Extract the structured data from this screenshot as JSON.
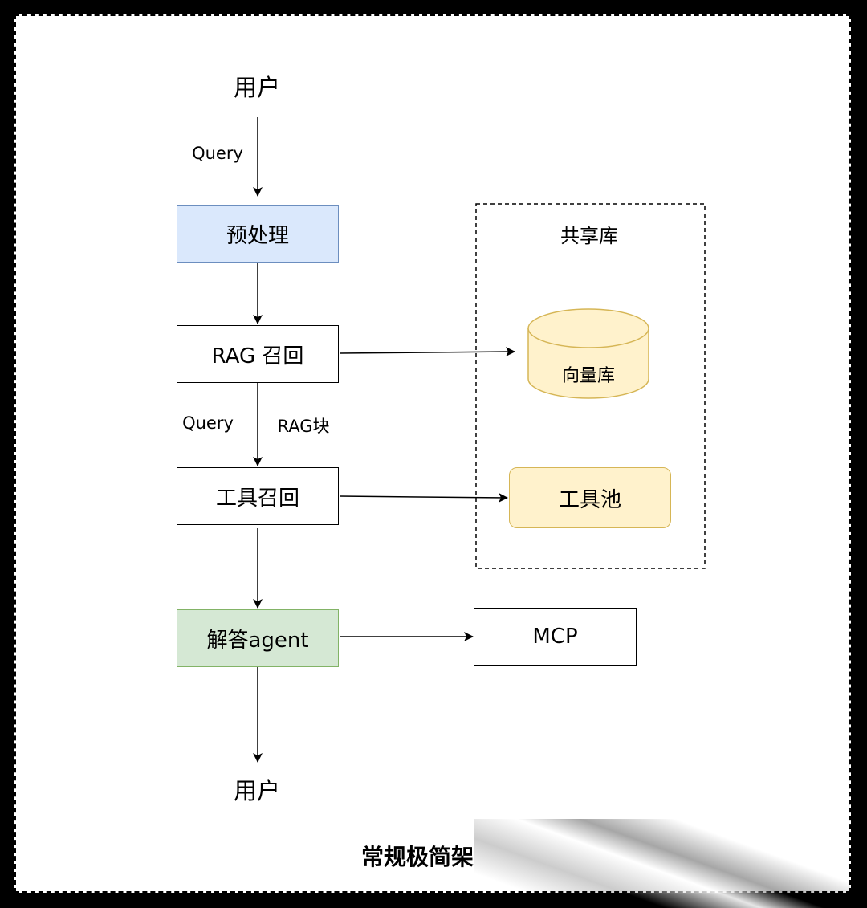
{
  "diagram": {
    "top_user": "用户",
    "query_label_top": "Query",
    "preprocess": "预处理",
    "rag_recall": "RAG 召回",
    "query_label_mid": "Query",
    "rag_chunk_label": "RAG块",
    "tool_recall": "工具召回",
    "answer_agent": "解答agent",
    "bottom_user": "用户",
    "shared_lib_title": "共享库",
    "vector_db": "向量库",
    "tool_pool": "工具池",
    "mcp": "MCP",
    "caption": "常规极简架"
  },
  "colors": {
    "preprocess_fill": "#dae8fc",
    "preprocess_border": "#6c8ebf",
    "agent_fill": "#d5e8d4",
    "agent_border": "#82b366",
    "storage_fill": "#fff2cc",
    "storage_border": "#d6b656"
  }
}
